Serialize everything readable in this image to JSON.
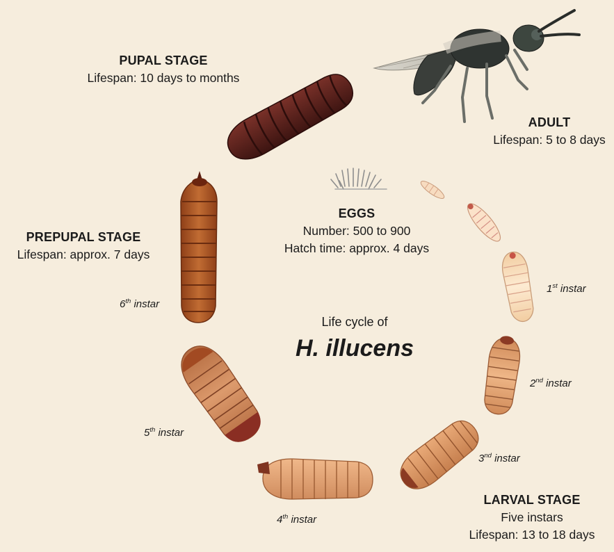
{
  "center": {
    "title": "Life cycle of",
    "species": "H. illucens"
  },
  "stages": {
    "pupal": {
      "heading": "PUPAL STAGE",
      "line1": "Lifespan: 10 days to months"
    },
    "adult": {
      "heading": "ADULT",
      "line1": "Lifespan: 5 to 8 days"
    },
    "eggs": {
      "heading": "EGGS",
      "line1": "Number: 500 to 900",
      "line2": "Hatch time: approx. 4 days"
    },
    "prepupal": {
      "heading": "PREPUPAL STAGE",
      "line1": "Lifespan: approx. 7 days"
    },
    "larval": {
      "heading": "LARVAL STAGE",
      "line1": "Five instars",
      "line2": "Lifespan: 13 to 18 days"
    }
  },
  "instars": [
    {
      "num": "1",
      "sup": "st",
      "word": "instar"
    },
    {
      "num": "2",
      "sup": "nd",
      "word": "instar"
    },
    {
      "num": "3",
      "sup": "nd",
      "word": "instar"
    },
    {
      "num": "4",
      "sup": "th",
      "word": "instar"
    },
    {
      "num": "5",
      "sup": "th",
      "word": "instar"
    },
    {
      "num": "6",
      "sup": "th",
      "word": "instar"
    }
  ],
  "colors": {
    "background": "#f6eddd",
    "pupa": "#5b1f1a",
    "prepupa": "#b15a27",
    "larva_late": "#d48a5a",
    "larva_early": "#f3d1a6",
    "adult_body": "#2f3431",
    "eggs": "#9a9a9a"
  }
}
